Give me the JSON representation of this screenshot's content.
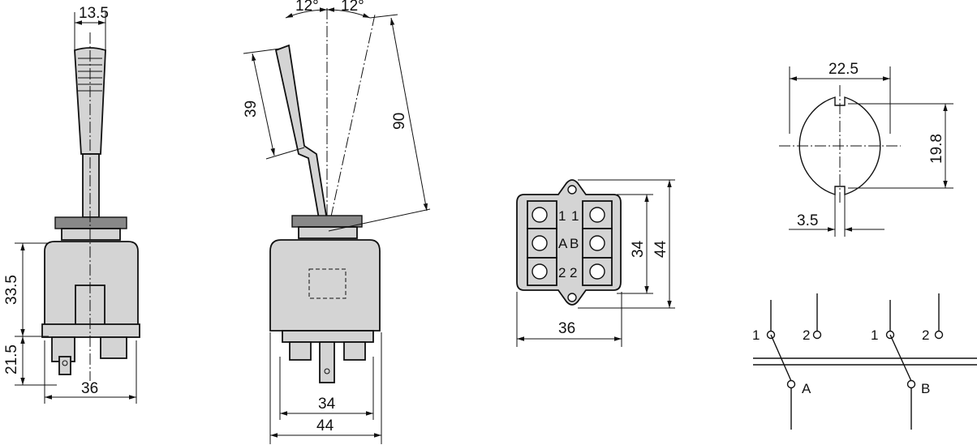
{
  "front_view": {
    "width_handle": "13.5",
    "height_body": "33.5",
    "height_terminals": "21.5",
    "width_body": "36"
  },
  "side_view": {
    "angle_left": "12°",
    "angle_right": "12°",
    "handle_length": "39",
    "lever_length": "90",
    "width_inner": "34",
    "width_outer": "44"
  },
  "terminal_view": {
    "width": "36",
    "height_inner": "34",
    "height_outer": "44",
    "labels": {
      "r1l": "1",
      "r1r": "1",
      "r2l": "A",
      "r2r": "B",
      "r3l": "2",
      "r3r": "2"
    }
  },
  "hole_view": {
    "diameter": "22.5",
    "flat_width": "19.8",
    "slot_width": "3.5"
  },
  "schematic": {
    "pole1_in": "1",
    "pole1_out": "2",
    "pole2_in": "1",
    "pole2_out": "2",
    "common_a": "A",
    "common_b": "B"
  }
}
